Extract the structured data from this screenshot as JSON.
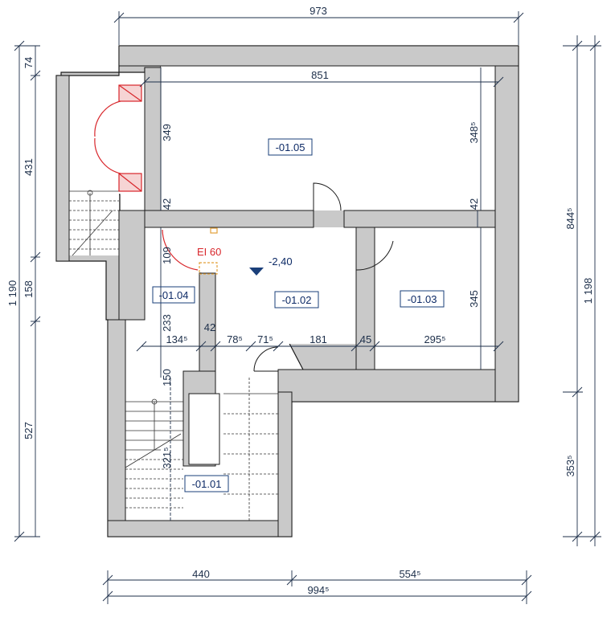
{
  "dimensions": {
    "top_total": "973",
    "inner_top": "851",
    "left_74": "74",
    "left_431": "431",
    "left_158": "158",
    "left_527": "527",
    "left_total": "1 190",
    "right_8445": "844⁵",
    "right_1198": "1 198",
    "right_3535": "353⁵",
    "bottom_440": "440",
    "bottom_5545": "554⁵",
    "bottom_total": "994⁵",
    "room05_h_left": "349",
    "room05_h_right": "348⁵",
    "wall_42_left": "42",
    "wall_42_right": "42",
    "d_109": "109",
    "d_233": "233",
    "d_150": "150",
    "d_3215": "321⁵",
    "room03_h": "345",
    "h_1345": "134⁵",
    "h_42": "42",
    "h_785": "78⁵",
    "h_715": "71⁵",
    "h_181": "181",
    "h_45": "45",
    "h_2955": "295⁵"
  },
  "rooms": {
    "r0105": "-01.05",
    "r0104": "-01.04",
    "r0102": "-01.02",
    "r0103": "-01.03",
    "r0101": "-01.01"
  },
  "labels": {
    "fire_rating": "EI 60",
    "level": "-2,40"
  },
  "colors": {
    "wall": "#c9c9c9",
    "outline": "#1a1a1a",
    "dimension": "#1d2f4a",
    "door_fire": "#d8262b",
    "room_box": "#1a3f7a"
  }
}
